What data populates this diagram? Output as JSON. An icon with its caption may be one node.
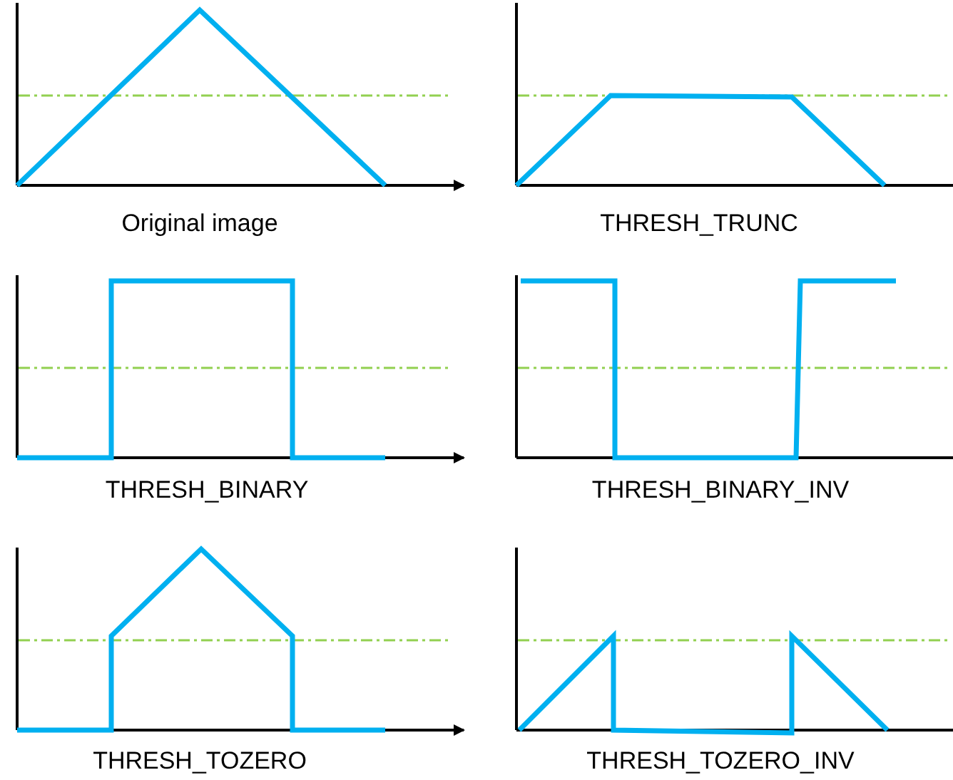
{
  "diagram": {
    "labels": [
      "Original image",
      "THRESH_TRUNC",
      "THRESH_BINARY",
      "THRESH_BINARY_INV",
      "THRESH_TOZERO",
      "THRESH_TOZERO_INV"
    ]
  }
}
